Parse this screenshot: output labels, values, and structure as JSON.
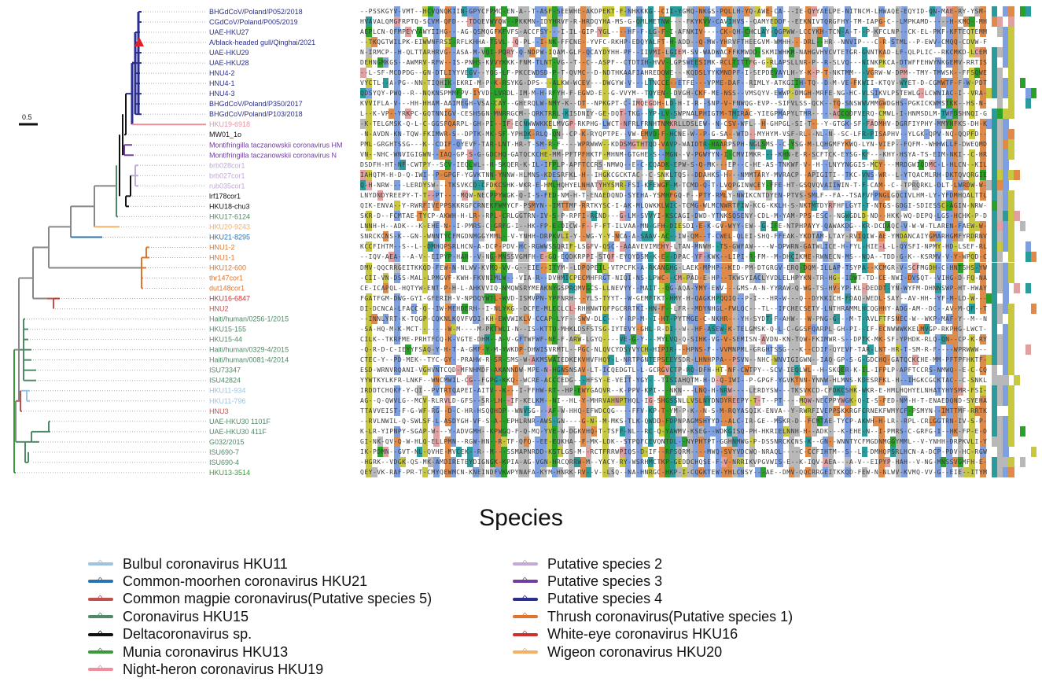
{
  "scale_bar": {
    "label": "0.5"
  },
  "taxa": [
    {
      "label": "BHGdCoV/Poland/P052/2018",
      "color": "#2a2f8f"
    },
    {
      "label": "CGdCoV/Poland/P005/2019",
      "color": "#2a2f8f"
    },
    {
      "label": "UAE-HKU27",
      "color": "#2a2f8f"
    },
    {
      "label": "A/black-headed gull/Qinghai/2021",
      "color": "#2a2f8f"
    },
    {
      "label": "UAE-HKU29",
      "color": "#2a2f8f"
    },
    {
      "label": "UAE-HKU28",
      "color": "#2a2f8f"
    },
    {
      "label": "HNU4-2",
      "color": "#2a2f8f"
    },
    {
      "label": "HNU4-1",
      "color": "#2a2f8f"
    },
    {
      "label": "HNU4-3",
      "color": "#2a2f8f"
    },
    {
      "label": "BHGdCoV/Poland/P350/2017",
      "color": "#2a2f8f"
    },
    {
      "label": "BHGdCoV/Poland/P103/2018",
      "color": "#2a2f8f"
    },
    {
      "label": "HKU19-6918",
      "color": "#f08f9a"
    },
    {
      "label": "MW01_1o",
      "color": "#111111"
    },
    {
      "label": "Montifringilla taczanowskii coronavirus HM",
      "color": "#6f3fa0"
    },
    {
      "label": "Montifringilla taczanowskii coronavirus N",
      "color": "#6f3fa0"
    },
    {
      "label": "brb028cor1",
      "color": "#c2a9d8"
    },
    {
      "label": "brb027cor1",
      "color": "#c2a9d8"
    },
    {
      "label": "rub035cor1",
      "color": "#c2a9d8"
    },
    {
      "label": "lrf178cor1",
      "color": "#111111"
    },
    {
      "label": "HKU18-chu3",
      "color": "#111111"
    },
    {
      "label": "HKU17-6124",
      "color": "#4f8a66"
    },
    {
      "label": "HKU20-9243",
      "color": "#f4b066"
    },
    {
      "label": "HKU21-8295",
      "color": "#2b73b0"
    },
    {
      "label": "HNU1-2",
      "color": "#e0742a"
    },
    {
      "label": "HNU1-1",
      "color": "#e0742a"
    },
    {
      "label": "HKU12-600",
      "color": "#e0742a"
    },
    {
      "label": "thr147cor1",
      "color": "#e0742a"
    },
    {
      "label": "dut148cor1",
      "color": "#e0742a"
    },
    {
      "label": "HKU16-6847",
      "color": "#d0302d"
    },
    {
      "label": "HNU2",
      "color": "#c0504d"
    },
    {
      "label": "Haiti/human/0256-1/2015",
      "color": "#4f8a66"
    },
    {
      "label": "HKU15-155",
      "color": "#4f8a66"
    },
    {
      "label": "HKU15-44",
      "color": "#4f8a66"
    },
    {
      "label": "Haiti/human/0329-4/2015",
      "color": "#4f8a66"
    },
    {
      "label": "Haiti/human/0081-4/2014",
      "color": "#4f8a66"
    },
    {
      "label": "ISU73347",
      "color": "#4f8a66"
    },
    {
      "label": "ISU42824",
      "color": "#4f8a66"
    },
    {
      "label": "HKU11-934",
      "color": "#9cc3e0"
    },
    {
      "label": "HKU11-796",
      "color": "#9cc3e0"
    },
    {
      "label": "HNU3",
      "color": "#c0504d"
    },
    {
      "label": "UAE-HKU30 1101F",
      "color": "#4f8a66"
    },
    {
      "label": "UAE-HKU30 411F",
      "color": "#4f8a66"
    },
    {
      "label": "G032/2015",
      "color": "#4f8a66"
    },
    {
      "label": "ISU690-7",
      "color": "#4f8a66"
    },
    {
      "label": "ISU690-4",
      "color": "#4f8a66"
    },
    {
      "label": "HKU13-3514",
      "color": "#3a9a3a"
    }
  ],
  "legend": {
    "title": "Species",
    "items": [
      {
        "label": "Bulbul coronavirus HKU11",
        "color": "#9cc3e0"
      },
      {
        "label": "Common-moorhen coronavirus HKU21",
        "color": "#2b73b0"
      },
      {
        "label": "Common magpie coronavirus(Putative species 5)",
        "color": "#c0504d"
      },
      {
        "label": "Coronavirus HKU15",
        "color": "#4f8a66"
      },
      {
        "label": "Deltacoronavirus sp.",
        "color": "#111111"
      },
      {
        "label": "Munia coronavirus HKU13",
        "color": "#3a9a3a"
      },
      {
        "label": "Night-heron coronavirus HKU19",
        "color": "#f08f9a"
      },
      {
        "label": "Putative species 2",
        "color": "#c2a9d8"
      },
      {
        "label": "Putative species 3",
        "color": "#6f3fa0"
      },
      {
        "label": "Putative species 4",
        "color": "#2a2f8f"
      },
      {
        "label": "Thrush coronavirus(Putative species 1)",
        "color": "#e0742a"
      },
      {
        "label": "White-eye coronavirus HKU16",
        "color": "#d0302d"
      },
      {
        "label": "Wigeon coronavirus HKU20",
        "color": "#f4b066"
      }
    ]
  },
  "msa_colors": {
    "blue": "#7e9fe0",
    "orange": "#e08a4a",
    "yellow": "#c8c840",
    "green": "#2aa02a",
    "teal": "#2a9a9a",
    "grey": "#b8b8b8",
    "pink": "#e0a0a0"
  }
}
